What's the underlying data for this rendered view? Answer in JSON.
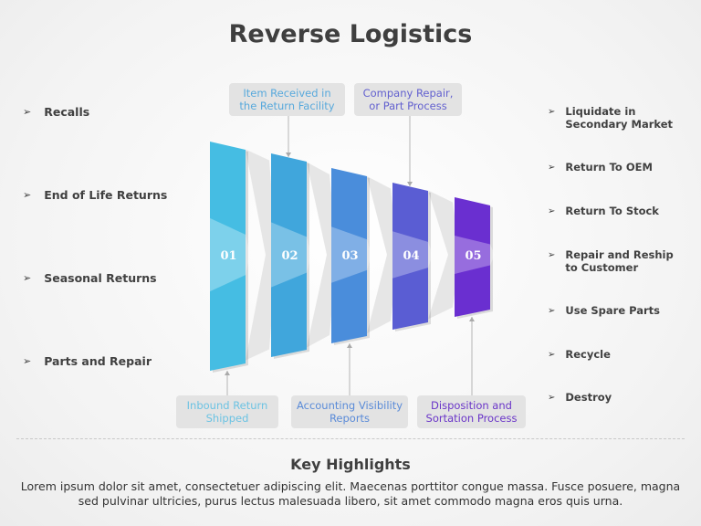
{
  "title": "Reverse Logistics",
  "left_items": [
    "Recalls",
    "End of Life Returns",
    "Seasonal Returns",
    "Parts and Repair"
  ],
  "right_items": [
    "Liquidate in Secondary Market",
    "Return To OEM",
    "Return To Stock",
    "Repair and Reship to Customer",
    "Use Spare Parts",
    "Recycle",
    "Destroy"
  ],
  "bullet": "➢",
  "steps": [
    {
      "num": "01",
      "color": "#45bde3",
      "label": "Inbound Return Shipped",
      "label_color": "#6cc3e3"
    },
    {
      "num": "02",
      "color": "#40a6dc",
      "label": "Item Received in the Return Facility",
      "label_color": "#58a9dc"
    },
    {
      "num": "03",
      "color": "#4a8ddb",
      "label": "Accounting Visibility Reports",
      "label_color": "#5a8bd8"
    },
    {
      "num": "04",
      "color": "#5a5dd3",
      "label": "Company Repair, or Part Process",
      "label_color": "#6260cf"
    },
    {
      "num": "05",
      "color": "#6a2fd0",
      "label": "Disposition and Sortation Process",
      "label_color": "#6a35c8"
    }
  ],
  "highlights": {
    "heading": "Key Highlights",
    "text": "Lorem ipsum dolor sit amet, consectetuer adipiscing elit. Maecenas porttitor congue massa. Fusce posuere, magna sed pulvinar ultricies, purus lectus malesuada libero, sit amet commodo magna eros quis urna."
  }
}
